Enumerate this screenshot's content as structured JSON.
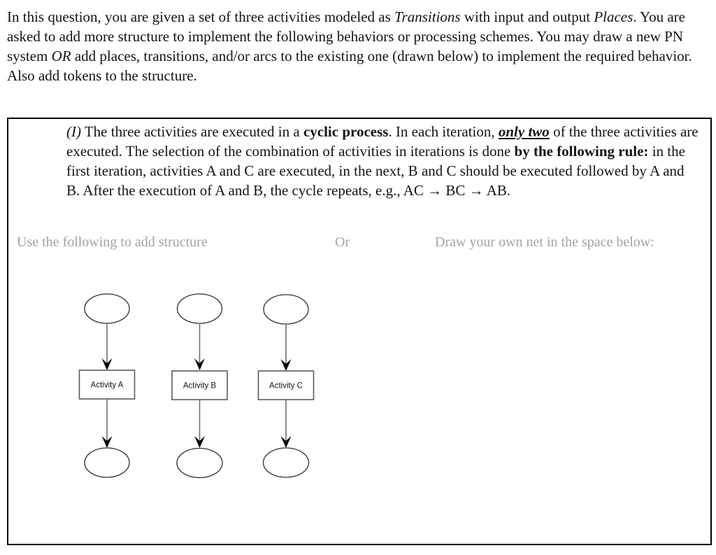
{
  "intro": {
    "parts": [
      "In this question, you are given a set of three activities modeled as ",
      "Transitions",
      " with input and output ",
      "Places",
      ".  You are asked to add more structure to implement the following behaviors or processing schemes.  You may draw a new PN system ",
      "OR",
      " add places, transitions, and/or arcs to the existing one (drawn below) to implement the required behavior. Also add tokens to the structure."
    ]
  },
  "panel": {
    "question": {
      "parts": [
        "(I)",
        " The three activities are executed in a ",
        "cyclic process",
        ". In each iteration, ",
        "only two",
        " of the three activities are executed. The selection of the combination of activities in iterations is done ",
        "by the following rule:",
        " in the first iteration, activities A and C are executed, in the next, B and C should be executed followed by A and B. After the execution of A and B, the cycle repeats, e.g., AC → BC → AB."
      ]
    },
    "options_row": {
      "left": "Use the following to add structure",
      "middle": "Or",
      "right": "Draw your own net in the space below:"
    },
    "diagram": {
      "type": "petri-net",
      "activities": [
        {
          "label": "Activity A"
        },
        {
          "label": "Activity B"
        },
        {
          "label": "Activity C"
        }
      ]
    }
  },
  "colors": {
    "text": "#141414",
    "muted_label": "#a3a3a3",
    "panel_border": "#000000",
    "shape_stroke": "#2f2f2f",
    "background": "#ffffff"
  }
}
